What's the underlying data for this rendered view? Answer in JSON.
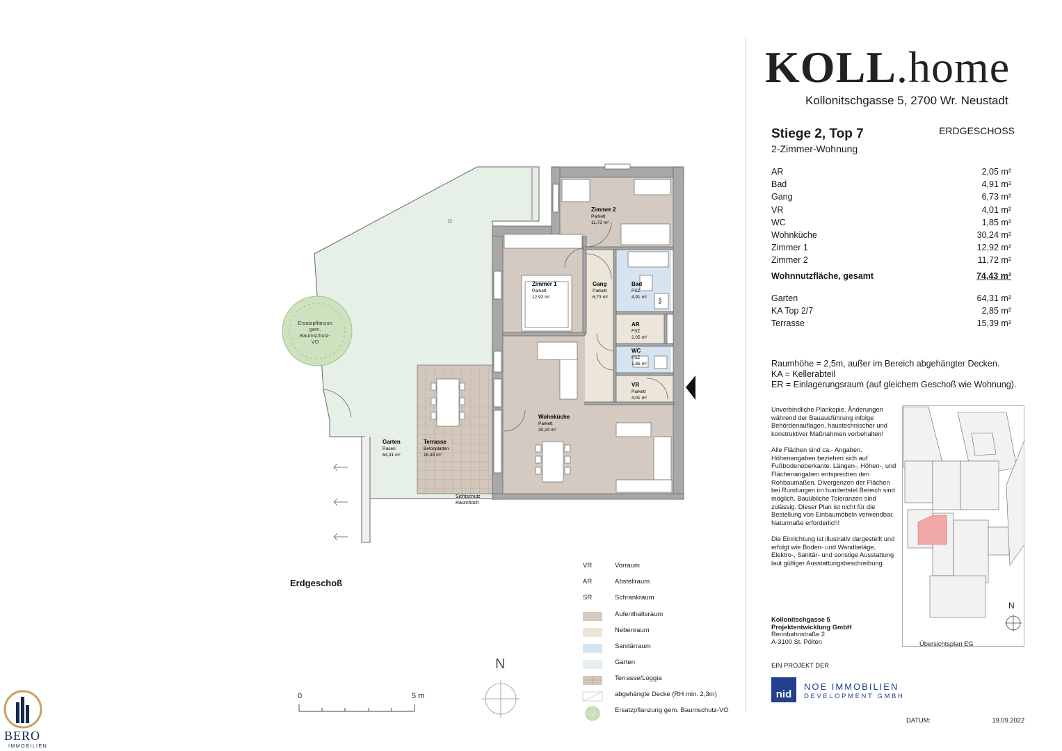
{
  "brand": {
    "name_bold": "KOLL",
    "name_light": ".home",
    "address": "Kollonitschgasse 5, 2700 Wr. Neustadt"
  },
  "unit": {
    "title": "Stiege 2, Top 7",
    "type": "2-Zimmer-Wohnung",
    "floor": "ERDGESCHOSS"
  },
  "areas": [
    {
      "name": "AR",
      "value": "2,05 m²"
    },
    {
      "name": "Bad",
      "value": "4,91 m²"
    },
    {
      "name": "Gang",
      "value": "6,73 m²"
    },
    {
      "name": "VR",
      "value": "4,01 m²"
    },
    {
      "name": "WC",
      "value": "1,85 m²"
    },
    {
      "name": "Wohnküche",
      "value": "30,24 m²"
    },
    {
      "name": "Zimmer 1",
      "value": "12,92 m²"
    },
    {
      "name": "Zimmer 2",
      "value": "11,72 m²"
    }
  ],
  "total": {
    "name": "Wohnnutzfläche, gesamt",
    "value": "74,43 m²"
  },
  "extra_areas": [
    {
      "name": "Garten",
      "value": "64,31 m²"
    },
    {
      "name": "KA Top 2/7",
      "value": "2,85 m²"
    },
    {
      "name": "Terrasse",
      "value": "15,39 m²"
    }
  ],
  "notes": [
    "Raumhöhe = 2,5m, außer im Bereich abgehängter Decken.",
    "KA = Kellerabteil",
    "ER = Einlagerungsraum (auf gleichem Geschoß wie Wohnung)."
  ],
  "disclaimer": [
    "Unverbindliche Plankopie. Änderungen während der Bauausführung infolge Behördenauflagen, haustechnischer und konstruktiver Maßnahmen vorbehalten!",
    "Alle Flächen sind ca.- Angaben. Höhenangaben beziehen sich auf Fußbodenoberkante. Längen-, Höhen-, und Flächenangaben entsprechen den Rohbaumaßen. Divergenzen der Flächen bei Rundungen im hundertstel Bereich sind möglich. Bauübliche Toleranzen sind zulässig. Dieser Plan ist nicht für die Bestellung von Einbaumöbeln verwendbar. Naturmaße erforderlich!",
    "Die Einrichtung ist illustrativ dargestellt und erfolgt wie Boden- und Wandbeläge, Elektro-, Sanitär- und sonstige Ausstattung laut gültiger Ausstattungsbeschreibung."
  ],
  "company": {
    "line1": "Kollonitschgasse 5",
    "line2": "Projektentwicklung GmbH",
    "line3": "Rennbahnstraße 2",
    "line4": "A-3100 St. Pölten"
  },
  "project_label": "EIN PROJEKT DER",
  "noe": {
    "logo": "nid",
    "name": "NOE IMMOBILIEN",
    "sub": "DEVELOPMENT GMBH"
  },
  "datum": {
    "label": "DATUM:",
    "value": "19.09.2022"
  },
  "overview": {
    "caption": "Übersichtsplan EG",
    "north": "N"
  },
  "floor_heading": "Erdgeschoß",
  "legend": {
    "codes": [
      {
        "code": "VR",
        "label": "Vorraum"
      },
      {
        "code": "AR",
        "label": "Abstellraum"
      },
      {
        "code": "SR",
        "label": "Schrankraum"
      }
    ],
    "swatches": [
      {
        "label": "Aufenthaltsraum",
        "color": "#d4cac1"
      },
      {
        "label": "Nebenraum",
        "color": "#ece6da"
      },
      {
        "label": "Sanitärraum",
        "color": "#d5e4f0"
      },
      {
        "label": "Garten",
        "color": "#e7f0e6"
      },
      {
        "label": "Terrasse/Loggia",
        "color": "#d3c6bb"
      },
      {
        "label": "abgehängte Decke (RH min. 2,3m)",
        "color": "#ffffff"
      },
      {
        "label": "Ersatzpflanzung gem. Baumschutz-VO",
        "color": "#cfe2c0"
      }
    ]
  },
  "north": "N",
  "scale": {
    "start": "0",
    "end": "5 m"
  },
  "rooms": {
    "zimmer2": {
      "name": "Zimmer 2",
      "floor": "Parkett",
      "area": "11,72 m²"
    },
    "zimmer1": {
      "name": "Zimmer 1",
      "floor": "Parkett",
      "area": "12,92 m²"
    },
    "gang": {
      "name": "Gang",
      "floor": "Parkett",
      "area": "6,73 m²"
    },
    "bad": {
      "name": "Bad",
      "floor": "FSZ",
      "area": "4,91 m²"
    },
    "ar": {
      "name": "AR",
      "floor": "FSZ",
      "area": "2,05 m²"
    },
    "wc": {
      "name": "WC",
      "floor": "FSZ",
      "area": "1,85 m²"
    },
    "vr": {
      "name": "VR",
      "floor": "Parkett",
      "area": "4,01 m²"
    },
    "wohnkueche": {
      "name": "Wohnküche",
      "floor": "Parkett",
      "area": "30,24 m²"
    },
    "garten": {
      "name": "Garten",
      "floor": "Rasen",
      "area": "64,31 m²"
    },
    "terrasse": {
      "name": "Terrasse",
      "floor": "Betonplatten",
      "area": "15,39 m²"
    },
    "wm": "WM"
  },
  "tree_label": [
    "Ersatzpflanzun",
    "gem.",
    "Baumschutz-",
    "VO"
  ],
  "privacy_label": [
    "Sichtschutz",
    "Raumhoch"
  ],
  "bero": {
    "name": "BERO",
    "sub": "IMMOBILIEN"
  }
}
